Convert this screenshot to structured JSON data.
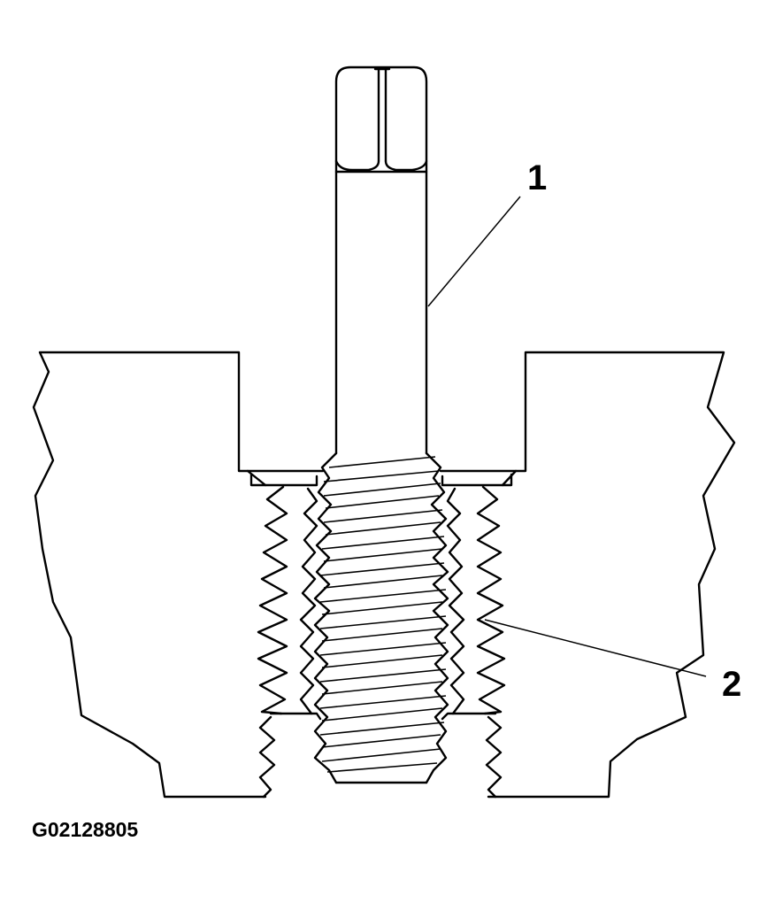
{
  "callouts": {
    "c1": "1",
    "c2": "2"
  },
  "figure_id": "G02128805",
  "parts": {
    "tool": "tool-with-slotted-head",
    "insert": "threaded-insert",
    "workpiece": "broken-section-workpiece"
  },
  "colors": {
    "line": "#000000",
    "background": "#ffffff"
  }
}
